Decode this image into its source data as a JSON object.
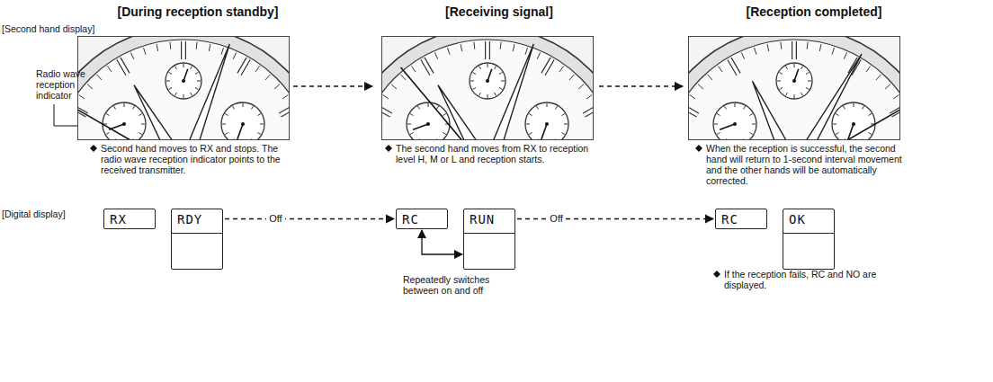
{
  "diagram": {
    "nodes": [
      {
        "text": [
          "RX"
        ]
      },
      {
        "text": [
          "RDY"
        ]
      },
      {
        "text": [
          "RC"
        ]
      },
      {
        "text": [
          "RUN"
        ]
      },
      {
        "text": [
          "RC"
        ]
      },
      {
        "text": [
          "OK"
        ]
      }
    ],
    "edges": [
      {
        "from": 1,
        "to": 2,
        "arrow": "to",
        "label": "Off"
      },
      {
        "from": 2,
        "to": 3,
        "arrow": "both"
      },
      {
        "from": 3,
        "to": 4,
        "arrow": "to",
        "label": "Off"
      }
    ],
    "labels": [
      "[During reception standby]",
      "[Receiving signal]",
      "[Reception completed]",
      "[Second hand display]",
      "Radio wave reception indicator",
      "Second hand moves to RX and stops. The radio wave reception indicator points to the received transmitter.",
      "The second hand moves from RX to reception level H, M or L and reception starts.",
      "When the reception is successful, the second hand will return to 1-second interval movement and the other hands will be automatically corrected.",
      "[Digital display]",
      "Repeatedly switches between on and off",
      "If the reception fails, RC and NO are displayed."
    ]
  }
}
